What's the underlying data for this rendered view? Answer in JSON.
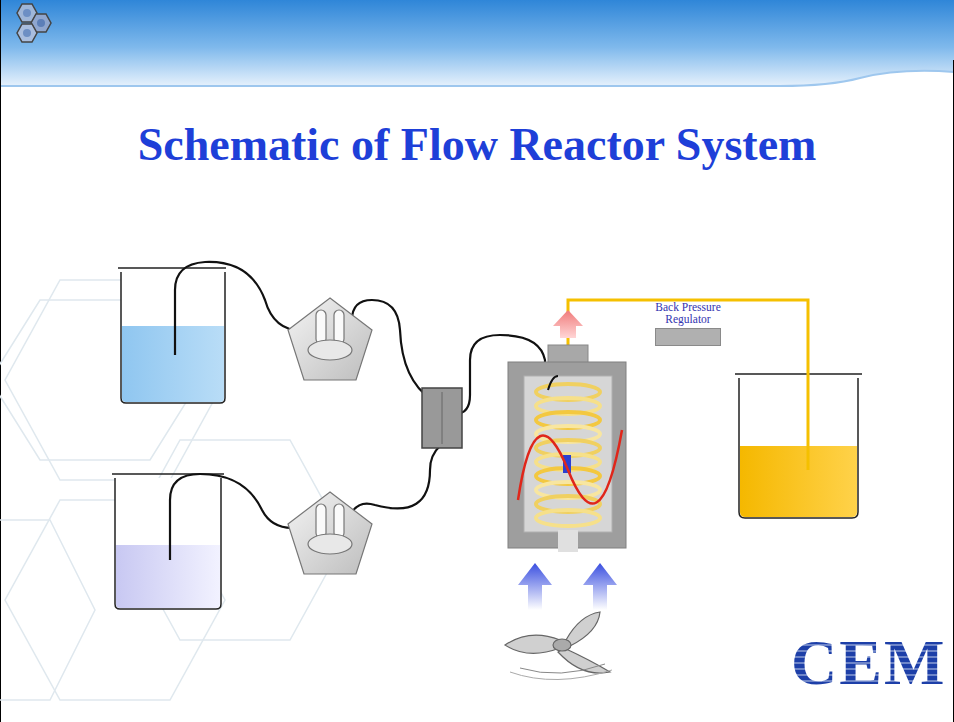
{
  "diagram": {
    "title": "Schematic of Flow Reactor System",
    "nodes": [
      {
        "text": [
          "Back Pressure Regulator"
        ]
      }
    ],
    "labels": [
      "CEM"
    ]
  }
}
